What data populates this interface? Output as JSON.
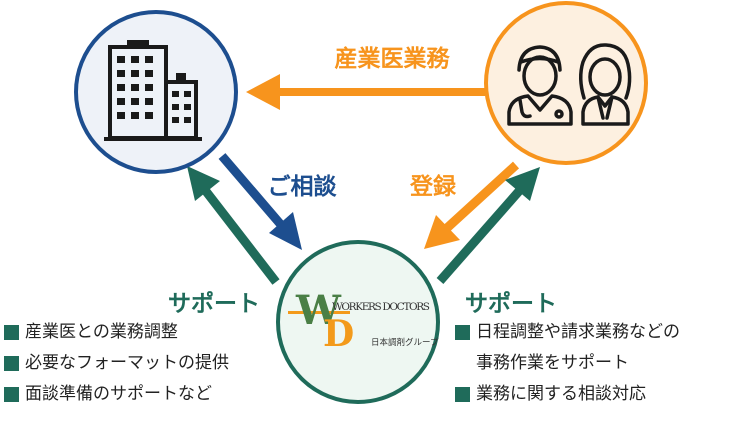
{
  "diagram": {
    "arrow_top_label": "産業医業務",
    "arrow_left_label": "ご相談",
    "arrow_right_label": "登録",
    "support_left_label": "サポート",
    "support_right_label": "サポート"
  },
  "center_logo": {
    "brand_line": "WORKERS DOCTORS",
    "sub_line": "日本調剤グループ",
    "initials_w": "W",
    "initials_d": "D"
  },
  "left_list": [
    "産業医との業務調整",
    "必要なフォーマットの提供",
    "面談準備のサポートなど"
  ],
  "right_list": [
    {
      "text": "日程調整や請求業務などの",
      "bullet": true
    },
    {
      "text": "事務作業をサポート",
      "bullet": false
    },
    {
      "text": "業務に関する相談対応",
      "bullet": true
    }
  ],
  "colors": {
    "navy": "#1d4e8f",
    "orange": "#f7941d",
    "green": "#1f6b5a",
    "company_fill": "#eef2f8",
    "doctor_fill": "#fdf0e0",
    "logo_orange": "#f39a1b"
  },
  "icons": {
    "company": "office-building-icon",
    "doctors": "doctors-icon"
  }
}
